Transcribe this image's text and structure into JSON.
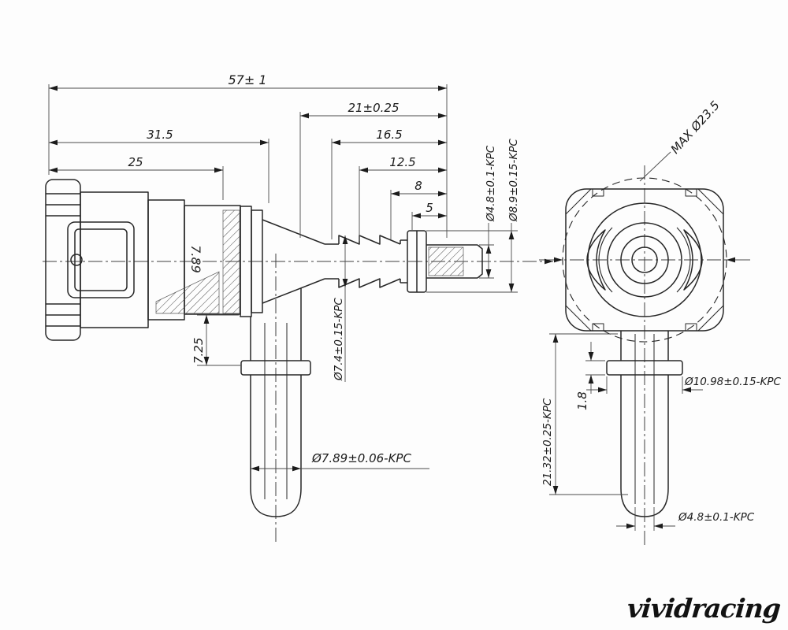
{
  "page": {
    "background": "#fdfdfd",
    "line_color": "#262626"
  },
  "drawing": {
    "part_marking": "7.89",
    "dims": {
      "overall_length": "57± 1",
      "len_21": "21±0.25",
      "len_16_5": "16.5",
      "len_12_5": "12.5",
      "len_8": "8",
      "len_5": "5",
      "len_31_5": "31.5",
      "len_25": "25",
      "dia_4_8_nipple": "Ø4.8±0.1-KPC",
      "dia_8_9": "Ø8.9±0.15-KPC",
      "dia_7_4": "Ø7.4±0.15-KPC",
      "len_7_25": "7.25",
      "dia_7_89": "Ø7.89±0.06-KPC",
      "max_dia": "MAX Ø23.5",
      "len_21_32": "21.32±0.25-KPC",
      "len_1_8": "1.8",
      "dia_10_98": "Ø10.98±0.15-KPC",
      "dia_4_8_stem": "Ø4.8±0.1-KPC"
    }
  },
  "watermark": "vividracing"
}
